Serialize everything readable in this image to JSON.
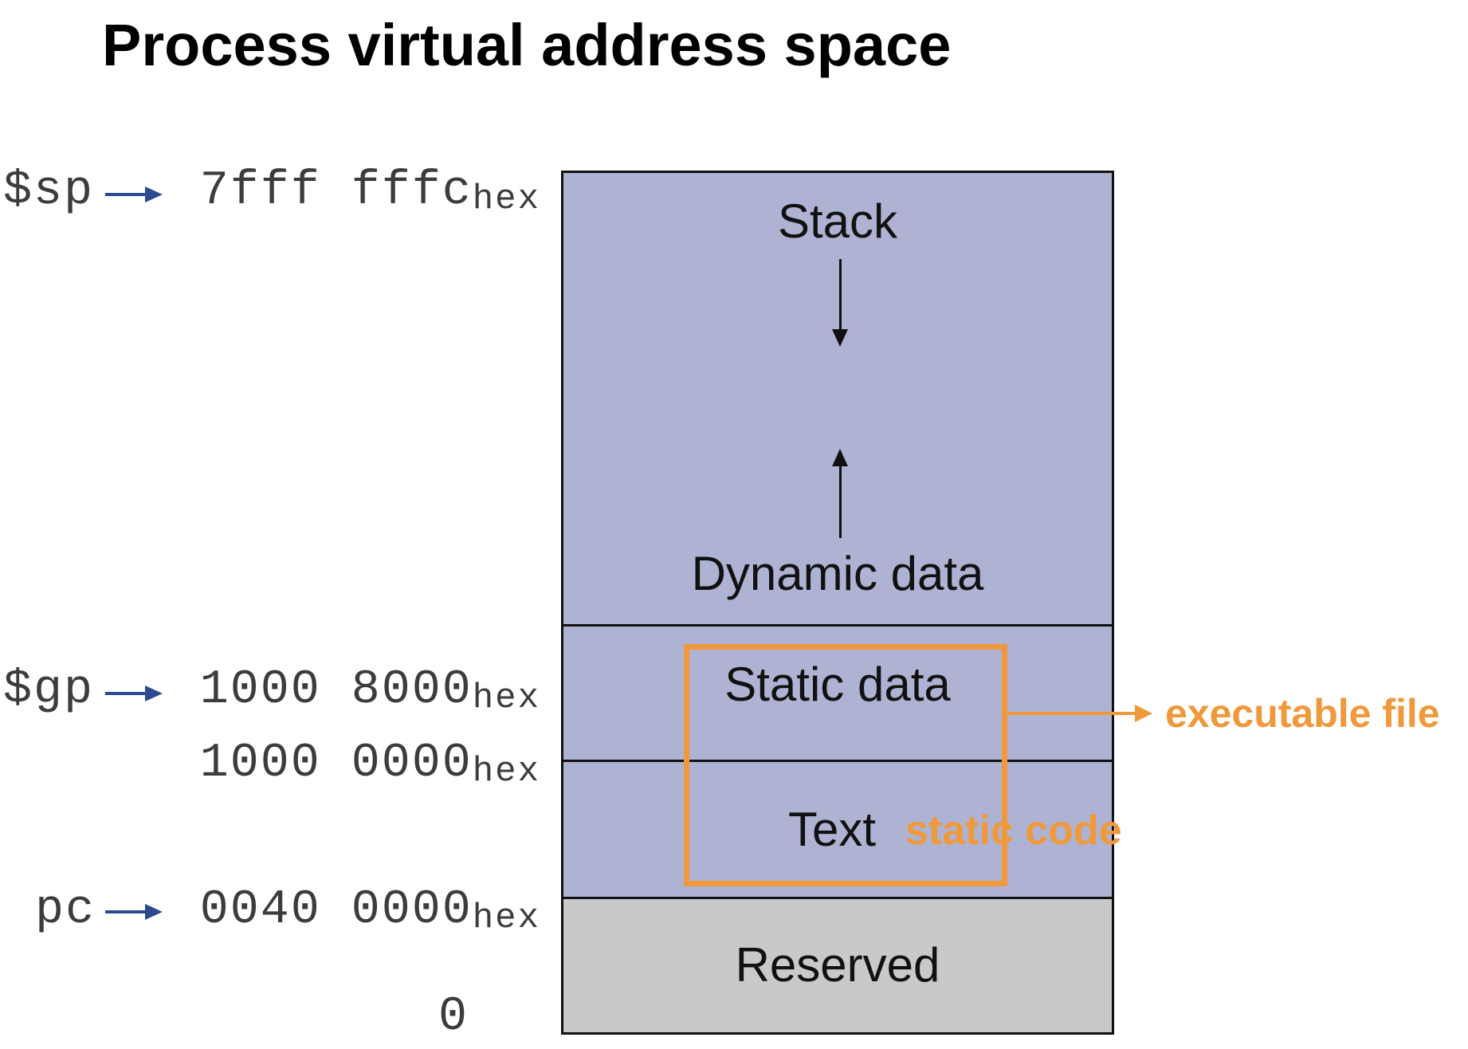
{
  "title": "Process virtual address space",
  "registers": {
    "sp": "$sp",
    "gp": "$gp",
    "pc": "pc"
  },
  "addresses": {
    "stack_top": "7fff fffc",
    "global_ptr": "1000 8000",
    "static_start": "1000 0000",
    "text_start": "0040 0000",
    "zero": "0",
    "hex_suffix": "hex"
  },
  "segments": {
    "stack": "Stack",
    "dynamic": "Dynamic data",
    "static": "Static data",
    "text": "Text",
    "reserved": "Reserved"
  },
  "colors": {
    "segment_fill": "#aeb3d3",
    "reserved_fill": "#c8c9cb",
    "annotation": "#f0993c",
    "pointer_arrow": "#2c4b8e"
  },
  "annotations": {
    "executable_file": "executable file",
    "static_code": "static code"
  }
}
